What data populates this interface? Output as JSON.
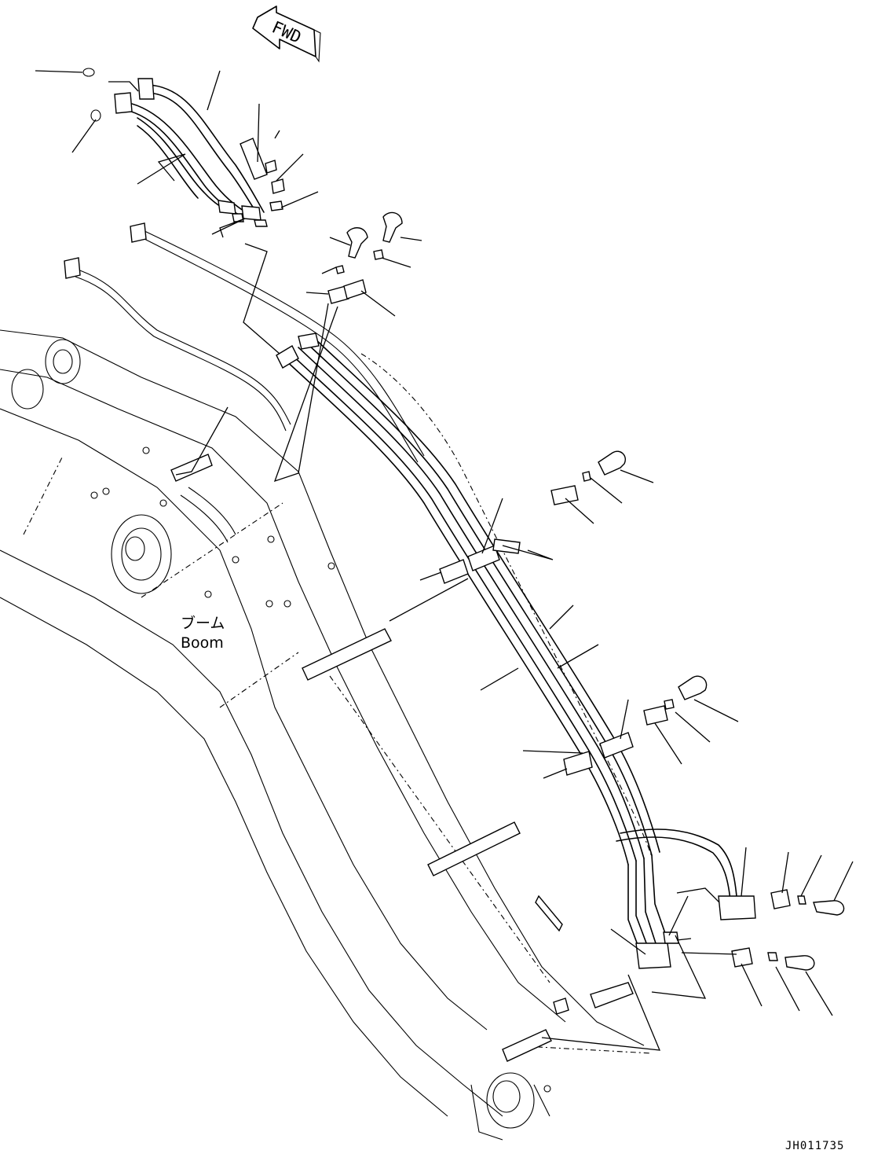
{
  "figure": {
    "direction_label": "FWD",
    "component_label_jp": "ブーム",
    "component_label_en": "Boom",
    "drawing_code": "JH011735"
  }
}
